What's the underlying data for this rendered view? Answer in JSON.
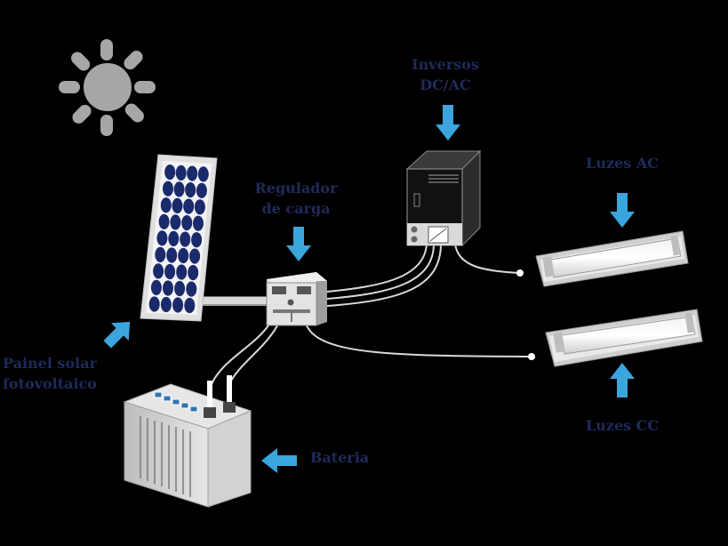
{
  "labels": {
    "inversor": [
      "Inversos",
      "DC/AC"
    ],
    "regulador": [
      "Regulador",
      "de carga"
    ],
    "luzes_ac": "Luzes AC",
    "luzes_cc": "Luzes CC",
    "painel": [
      "Painel solar",
      "fotovoltaico"
    ],
    "bateria": "Bateria"
  },
  "colors": {
    "background": "#000000",
    "label_text": "#1f2a5a",
    "arrow": "#3aa6dd",
    "sun": "#a6a6a6",
    "panel_cells": "#1b2a6b",
    "wire": "#d9d9d9"
  },
  "icons": [
    "sun-icon",
    "solar-panel-icon",
    "charge-regulator-icon",
    "inverter-icon",
    "lamp-icon",
    "battery-icon",
    "arrow-icon"
  ]
}
